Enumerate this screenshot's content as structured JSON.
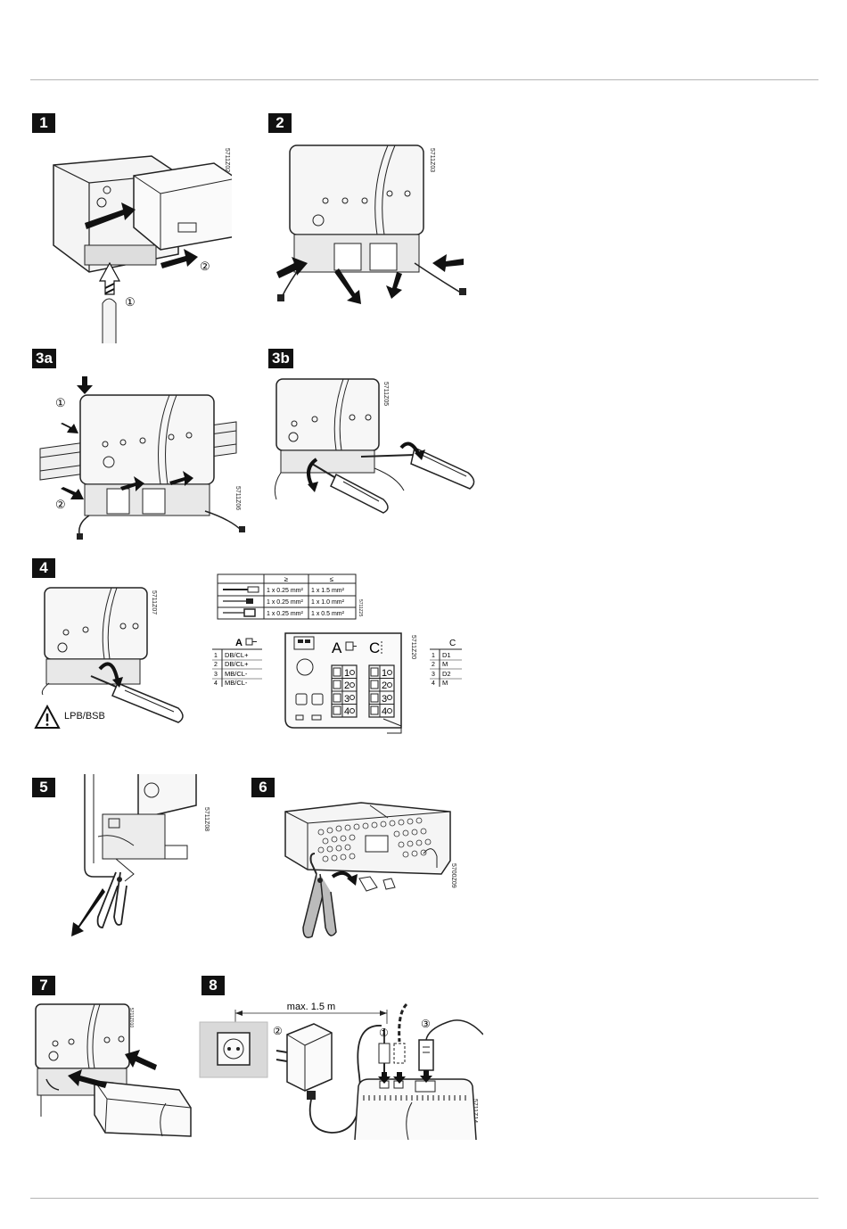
{
  "steps": {
    "s1": {
      "badge": "1",
      "code": "5711Z02"
    },
    "s2": {
      "badge": "2",
      "code": "5711Z03"
    },
    "s3a": {
      "badge": "3a",
      "code": "5711Z06",
      "markers": [
        "①",
        "②"
      ]
    },
    "s3b": {
      "badge": "3b",
      "code": "5711Z05"
    },
    "s4": {
      "badge": "4",
      "code": "5711Z07",
      "warning": "LPB/BSB"
    },
    "s5": {
      "badge": "5",
      "code": "5711Z08"
    },
    "s6": {
      "badge": "6",
      "code": "5700Z09"
    },
    "s7": {
      "badge": "7",
      "code": "5711Z010"
    },
    "s8": {
      "badge": "8",
      "code": "5711Z14",
      "distance": "max. 1.5 m",
      "markers": [
        "①",
        "②",
        "③"
      ]
    }
  },
  "step1": {
    "markers": [
      "①",
      "②"
    ]
  },
  "wire_table": {
    "code": "5711Z25",
    "headers": [
      "≥",
      "≤"
    ],
    "rows": [
      [
        "1 x 0.25 mm²",
        "1 x 1.5 mm²"
      ],
      [
        "1 x 0.25 mm²",
        "1 x 1.0 mm²"
      ],
      [
        "1 x 0.25 mm²",
        "1 x 0.5 mm²"
      ]
    ]
  },
  "terminal_a": {
    "header": "A",
    "rows": [
      [
        "1",
        "DB/CL+"
      ],
      [
        "2",
        "DB/CL+"
      ],
      [
        "3",
        "MB/CL-"
      ],
      [
        "4",
        "MB/CL-"
      ]
    ]
  },
  "terminal_c": {
    "header": "C",
    "rows": [
      [
        "1",
        "D1"
      ],
      [
        "2",
        "M"
      ],
      [
        "3",
        "D2"
      ],
      [
        "4",
        "M"
      ]
    ]
  },
  "module_diagram": {
    "code": "5711Z20",
    "label_a": "A",
    "label_c": "C",
    "pins": [
      "1",
      "2",
      "3",
      "4"
    ]
  }
}
